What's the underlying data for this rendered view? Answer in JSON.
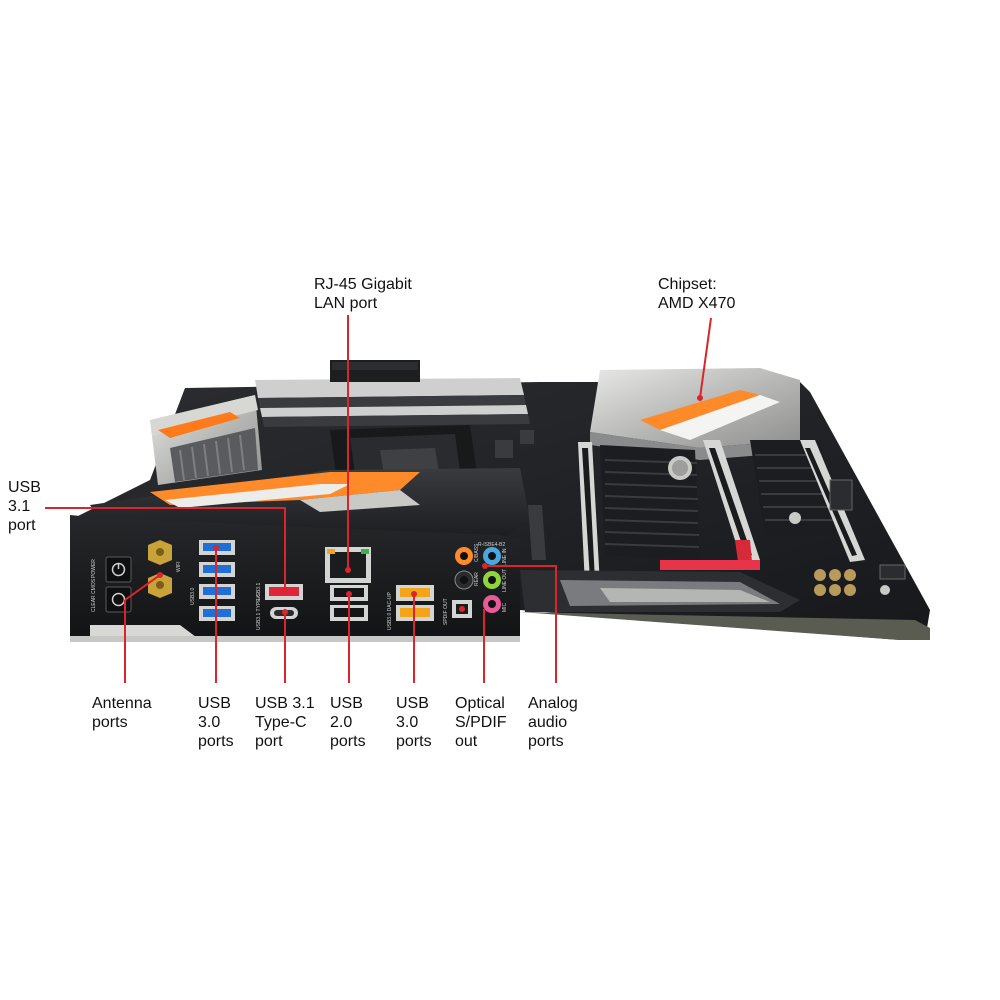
{
  "labels": {
    "lan": "RJ-45 Gigabit\nLAN port",
    "chipset": "Chipset:\nAMD X470",
    "usb31": "USB\n3.1\nport",
    "antenna": "Antenna\nports",
    "usb30_left": "USB\n3.0\nports",
    "usb31c": "USB 3.1\nType-C\nport",
    "usb20": "USB\n2.0\nports",
    "usb30_right": "USB\n3.0\nports",
    "optical": "Optical\nS/PDIF\nout",
    "audio": "Analog\naudio\nports"
  },
  "panel_text": {
    "power": "POWER",
    "clear_cmos": "CLEAR CMOS",
    "wifi": "WIFI",
    "usb30": "USB3.0",
    "usb31": "USB3.1",
    "usb31_typec": "USB3.1 TYPE-C",
    "dac_up": "USB3.0 DAC-UP",
    "spdif": "SPDIF OUT",
    "codec": "R-ISBE4-B2",
    "cbass": "C/BASS",
    "rear": "REAR",
    "line_in": "LINE IN",
    "line_out": "LINE OUT",
    "mic": "MIC"
  },
  "colors": {
    "leader": "#d9252b",
    "usb30": "#1f6fd6",
    "usb31": "#e0243a",
    "dac_up": "#f2a51a",
    "accent": "#ff7a1a"
  }
}
